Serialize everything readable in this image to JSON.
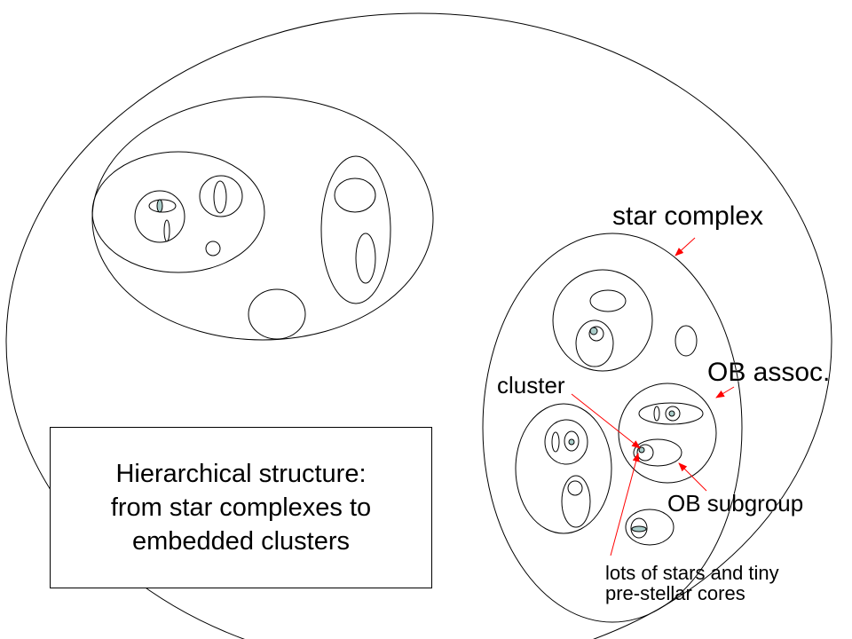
{
  "colors": {
    "outline": "#000000",
    "arrow": "#ff0000",
    "core_fill": "#a9ccc9",
    "background": "#ffffff"
  },
  "title_box": {
    "lines": [
      "Hierarchical structure:",
      "from star complexes to",
      "embedded clusters"
    ]
  },
  "labels": {
    "star_complex": "star complex",
    "ob_assoc": "OB assoc.",
    "cluster": "cluster",
    "ob_subgroup": "OB subgroup",
    "cores_line1": "lots of stars and tiny",
    "cores_line2": "pre-stellar cores"
  }
}
